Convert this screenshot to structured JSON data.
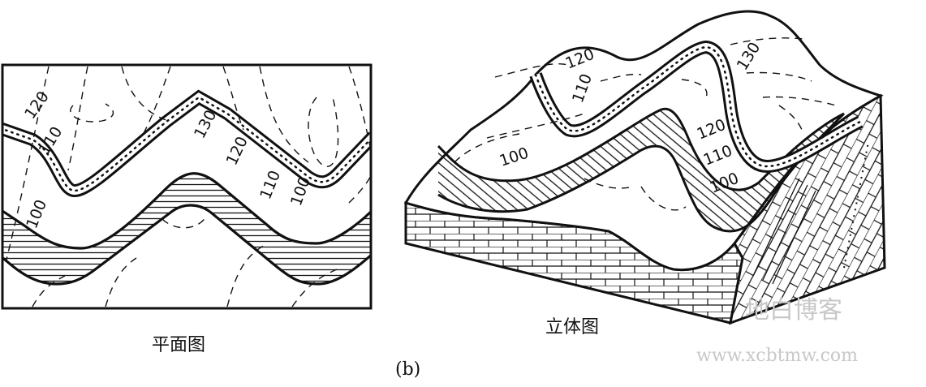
{
  "plan_view": {
    "caption": "平面图",
    "contour_labels": [
      "120",
      "110",
      "100",
      "130",
      "120",
      "110",
      "100"
    ]
  },
  "block_view": {
    "caption": "立体图",
    "contour_labels": [
      "120",
      "110",
      "100",
      "130",
      "120",
      "110",
      "100"
    ]
  },
  "figure_label": "(b)",
  "watermark": {
    "name": "地白博客",
    "url": "www.xcbtmw.com"
  },
  "colors": {
    "ink": "#111111",
    "paper": "#ffffff",
    "watermark": "#c8c8c8"
  }
}
